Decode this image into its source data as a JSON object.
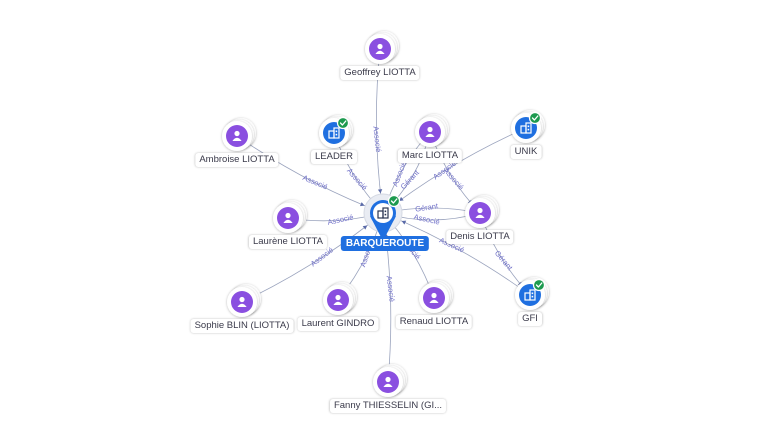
{
  "center": {
    "label": "BARQUEROUTE",
    "icon": "building-icon",
    "verified": true
  },
  "nodes": [
    {
      "id": "geoffrey",
      "label": "Geoffrey LIOTTA",
      "kind": "person",
      "icon": "person-icon"
    },
    {
      "id": "leader",
      "label": "LEADER",
      "kind": "company",
      "icon": "building-icon",
      "verified": true
    },
    {
      "id": "marc",
      "label": "Marc LIOTTA",
      "kind": "person",
      "icon": "person-icon"
    },
    {
      "id": "unik",
      "label": "UNIK",
      "kind": "company",
      "icon": "building-icon",
      "verified": true
    },
    {
      "id": "ambroise",
      "label": "Ambroise LIOTTA",
      "kind": "person",
      "icon": "person-icon"
    },
    {
      "id": "laurene",
      "label": "Laurène LIOTTA",
      "kind": "person",
      "icon": "person-icon"
    },
    {
      "id": "denis",
      "label": "Denis LIOTTA",
      "kind": "person",
      "icon": "person-icon"
    },
    {
      "id": "sophie",
      "label": "Sophie BLIN (LIOTTA)",
      "kind": "person",
      "icon": "person-icon"
    },
    {
      "id": "laurent",
      "label": "Laurent GINDRO",
      "kind": "person",
      "icon": "person-icon"
    },
    {
      "id": "renaud",
      "label": "Renaud LIOTTA",
      "kind": "person",
      "icon": "person-icon"
    },
    {
      "id": "gfi",
      "label": "GFI",
      "kind": "company",
      "icon": "building-icon",
      "verified": true
    },
    {
      "id": "fanny",
      "label": "Fanny THIESSELIN (GI...",
      "kind": "person",
      "icon": "person-icon"
    }
  ],
  "edges": [
    {
      "from": "geoffrey",
      "to": "center",
      "label": "Associé"
    },
    {
      "from": "leader",
      "to": "center",
      "label": "Associé"
    },
    {
      "from": "marc",
      "to": "center",
      "label": "Associé"
    },
    {
      "from": "marc",
      "to": "center",
      "label": "Gérant"
    },
    {
      "from": "marc",
      "to": "denis",
      "label": "Associé"
    },
    {
      "from": "unik",
      "to": "center",
      "label": "Associé"
    },
    {
      "from": "ambroise",
      "to": "center",
      "label": "Associé"
    },
    {
      "from": "laurene",
      "to": "center",
      "label": "Associé"
    },
    {
      "from": "denis",
      "to": "center",
      "label": "Gérant"
    },
    {
      "from": "denis",
      "to": "center",
      "label": "Associé"
    },
    {
      "from": "sophie",
      "to": "center",
      "label": "Associé"
    },
    {
      "from": "laurent",
      "to": "center",
      "label": "Associé"
    },
    {
      "from": "renaud",
      "to": "center",
      "label": "Associé"
    },
    {
      "from": "gfi",
      "to": "center",
      "label": "Associé"
    },
    {
      "from": "denis",
      "to": "gfi",
      "label": "Gérant"
    },
    {
      "from": "fanny",
      "to": "center",
      "label": "Associé"
    }
  ],
  "colors": {
    "person": "#8a4fe0",
    "company": "#1f6fe0",
    "verified": "#1d9a4f",
    "edge": "#9aa3bd",
    "edge_label": "#6f6fc8"
  }
}
